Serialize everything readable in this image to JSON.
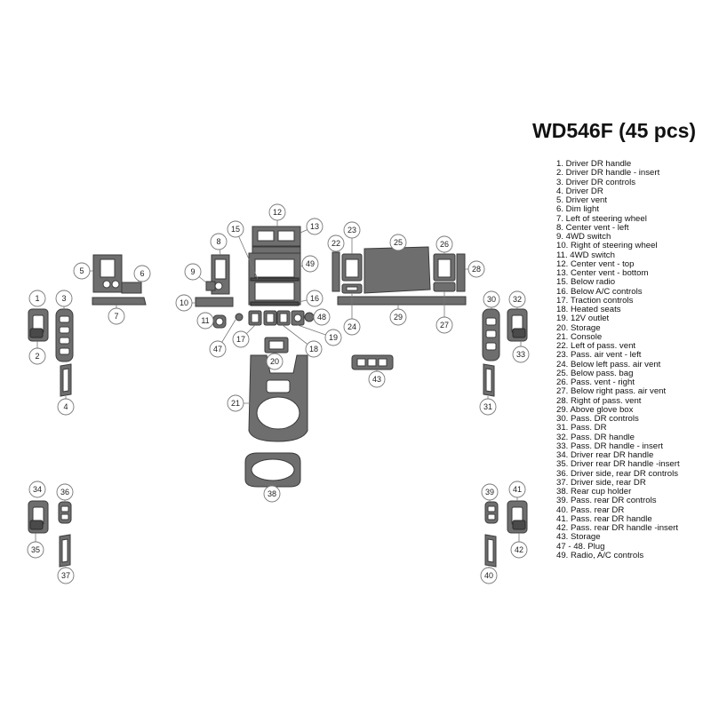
{
  "kit": {
    "title": "WD546F (45 pcs)"
  },
  "legend": [
    "1. Driver DR handle",
    "2. Driver DR handle - insert",
    "3. Driver DR controls",
    "4. Driver DR",
    "5. Driver vent",
    "6. Dim light",
    "7. Left of steering wheel",
    "8. Center vent - left",
    "9. 4WD switch",
    "10. Right of steering wheel",
    "11. 4WD switch",
    "12. Center vent - top",
    "13. Center vent - bottom",
    "15. Below radio",
    "16. Below A/C controls",
    "17. Traction controls",
    "18. Heated seats",
    "19. 12V outlet",
    "20. Storage",
    "21. Console",
    "22. Left of pass. vent",
    "23. Pass. air vent - left",
    "24. Below left pass. air vent",
    "25. Below pass. bag",
    "26. Pass. vent - right",
    "27. Below right pass. air vent",
    "28. Right of pass. vent",
    "29. Above glove box",
    "30. Pass. DR controls",
    "31. Pass. DR",
    "32. Pass. DR handle",
    "33. Pass. DR handle - insert",
    "34. Driver rear DR handle",
    "35. Driver rear DR handle -insert",
    "36. Driver side, rear DR controls",
    "37. Driver side, rear DR",
    "38. Rear cup holder",
    "39. Pass. rear DR controls",
    "40. Pass. rear DR",
    "41. Pass. rear DR handle",
    "42. Pass. rear DR handle -insert",
    "43. Storage",
    "47 -  48. Plug",
    "49. Radio, A/C controls"
  ],
  "callouts": [
    "1",
    "2",
    "3",
    "4",
    "5",
    "6",
    "7",
    "8",
    "9",
    "10",
    "11",
    "12",
    "13",
    "15",
    "16",
    "17",
    "18",
    "19",
    "20",
    "21",
    "22",
    "23",
    "24",
    "25",
    "26",
    "27",
    "28",
    "29",
    "30",
    "31",
    "32",
    "33",
    "34",
    "35",
    "36",
    "37",
    "38",
    "39",
    "40",
    "41",
    "42",
    "43",
    "47",
    "48",
    "49"
  ],
  "colors": {
    "part_fill": "#6e6e6e",
    "part_stroke": "#3a3a3a",
    "callout_stroke": "#777777"
  }
}
